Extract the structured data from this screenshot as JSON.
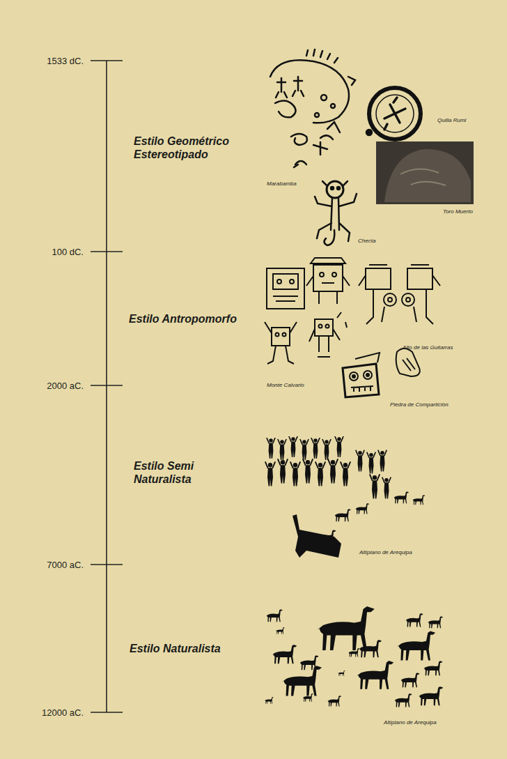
{
  "diagram": {
    "labels": [
      "1533 dC.",
      "100 dC.",
      "2000 aC.",
      "7000 aC.",
      "12000 aC.",
      "Estilo Geométrico Estereotipado",
      "Estilo Antropomorfo",
      "Estilo Semi Naturalista",
      "Estilo Naturalista",
      "Quilla Rumi",
      "Marabamba",
      "Toro Muerto",
      "Checta",
      "Alto de las Guitarras",
      "Monte Calvario",
      "Piedra de Compartición",
      "Altiplano de Arequipa",
      "Altiplano de Arequipa"
    ]
  }
}
